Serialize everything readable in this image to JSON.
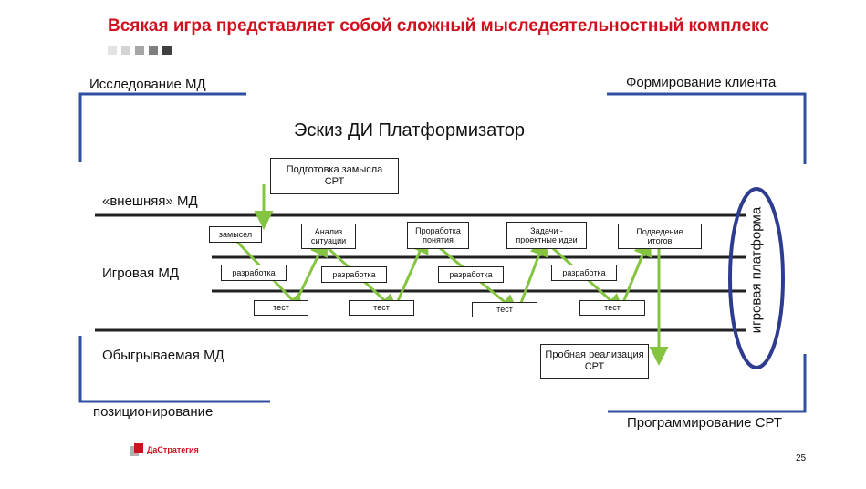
{
  "header": {
    "title": "Всякая игра представляет собой сложный мыследеятельностный комплекс",
    "marker_colors": [
      "#e3e3e3",
      "#d4d4d4",
      "#a6a6a6",
      "#7f7f7f",
      "#404040"
    ]
  },
  "corners": {
    "top_left": "Исследование МД",
    "top_right": "Формирование клиента",
    "bottom_left": "позиционирование",
    "bottom_right": "Программирование СРТ"
  },
  "diagram": {
    "heading": "Эскиз ДИ Платформизатор",
    "prep_box": "Подготовка замысла СРТ",
    "lanes": {
      "external": "«внешняя» МД",
      "game": "Игровая МД",
      "played": "Обыгрываемая МД"
    },
    "top_boxes": [
      "замысел",
      "Анализ ситуации",
      "Проработка понятия",
      "Задачи - проектные идеи",
      "Подведение итогов"
    ],
    "dev_boxes": [
      "разработка",
      "разработка",
      "разработка",
      "разработка"
    ],
    "test_boxes": [
      "тест",
      "тест",
      "тест",
      "тест"
    ],
    "trial_box": "Пробная реализация СРТ",
    "platform": "игровая платформа",
    "colors": {
      "frame": "#2f4fa0",
      "arrow": "#84c441",
      "ellipse": "#2d3c8e"
    }
  },
  "footer": {
    "logo_text": "ДаСтратегия",
    "page_number": "25"
  }
}
